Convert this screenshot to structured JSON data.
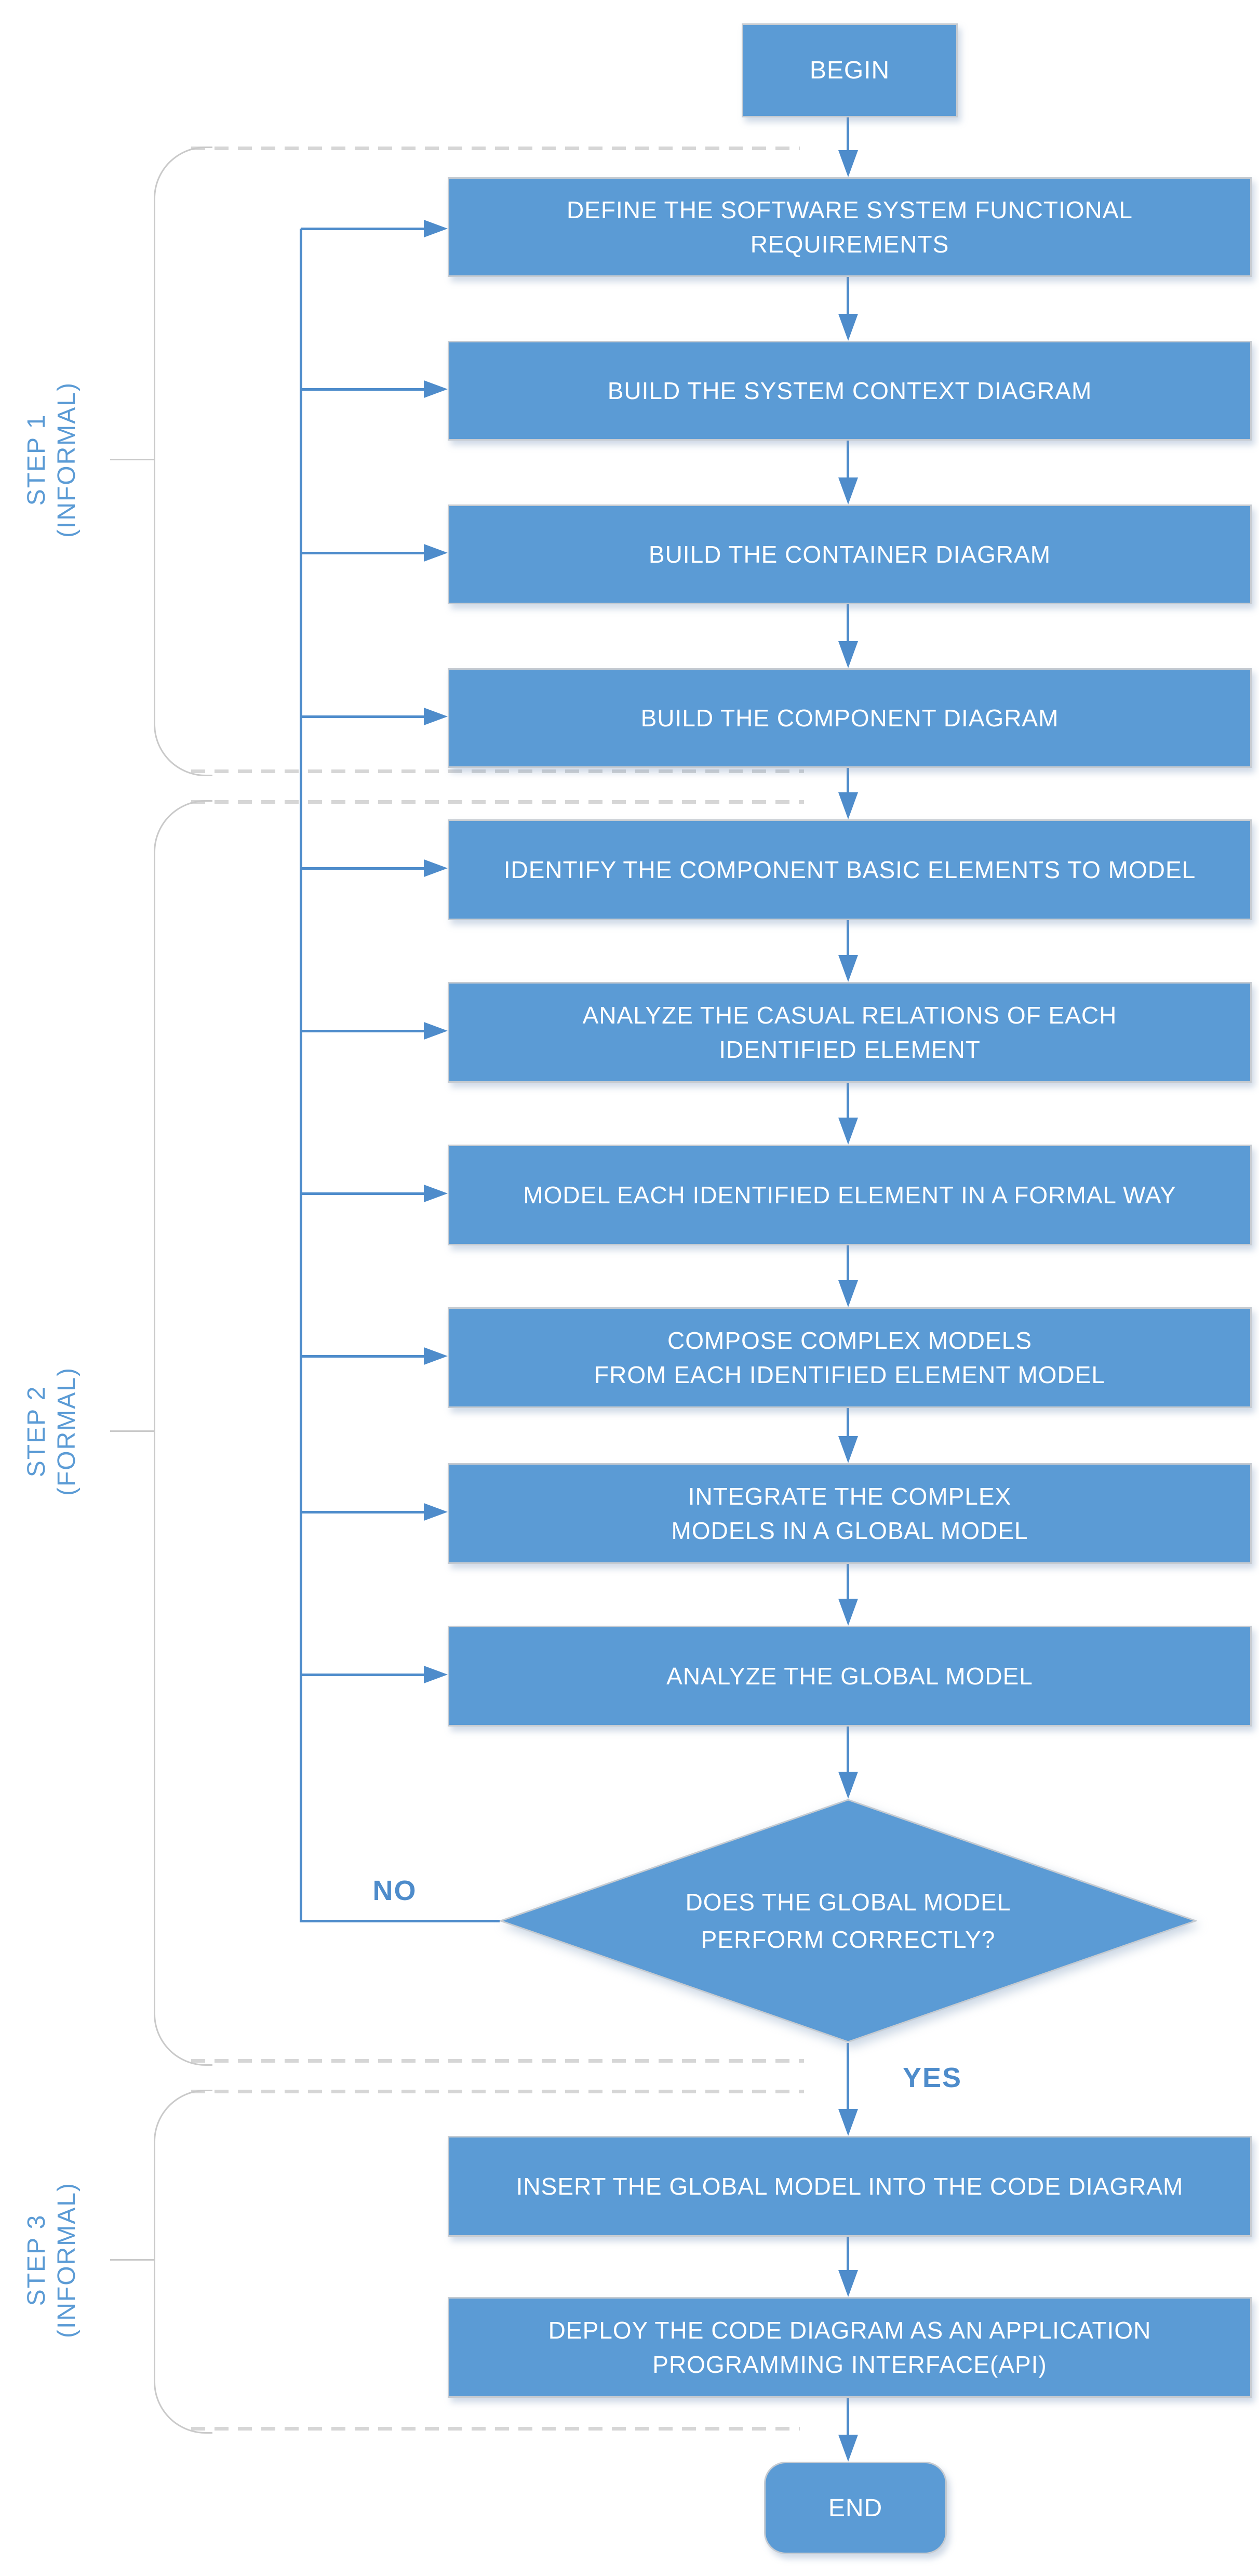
{
  "diagram": {
    "terminators": {
      "begin": "BEGIN",
      "end": "END"
    },
    "steps": [
      {
        "label_line1": "STEP 1",
        "label_line2": "(INFORMAL)"
      },
      {
        "label_line1": "STEP 2",
        "label_line2": "(FORMAL)"
      },
      {
        "label_line1": "STEP 3",
        "label_line2": "(INFORMAL)"
      }
    ],
    "boxes": [
      {
        "lines": [
          "DEFINE THE SOFTWARE SYSTEM FUNCTIONAL",
          "REQUIREMENTS"
        ]
      },
      {
        "lines": [
          "BUILD THE SYSTEM CONTEXT DIAGRAM"
        ]
      },
      {
        "lines": [
          "BUILD THE CONTAINER DIAGRAM"
        ]
      },
      {
        "lines": [
          "BUILD THE COMPONENT DIAGRAM"
        ]
      },
      {
        "lines": [
          "IDENTIFY THE COMPONENT BASIC ELEMENTS TO MODEL"
        ]
      },
      {
        "lines": [
          "ANALYZE THE CASUAL RELATIONS OF EACH",
          "IDENTIFIED ELEMENT"
        ]
      },
      {
        "lines": [
          "MODEL EACH IDENTIFIED ELEMENT IN A FORMAL WAY"
        ]
      },
      {
        "lines": [
          "COMPOSE COMPLEX MODELS",
          "FROM EACH IDENTIFIED ELEMENT MODEL"
        ]
      },
      {
        "lines": [
          "INTEGRATE THE COMPLEX",
          "MODELS IN A GLOBAL MODEL"
        ]
      },
      {
        "lines": [
          "ANALYZE THE GLOBAL MODEL"
        ]
      },
      {
        "lines": [
          "INSERT THE GLOBAL MODEL INTO THE CODE DIAGRAM"
        ]
      },
      {
        "lines": [
          "DEPLOY THE CODE DIAGRAM AS AN APPLICATION",
          "PROGRAMMING INTERFACE(API)"
        ]
      }
    ],
    "decision": {
      "line1": "DOES THE GLOBAL MODEL",
      "line2": "PERFORM CORRECTLY?",
      "yes_label": "YES",
      "no_label": "NO"
    }
  },
  "colors": {
    "node_fill": "#5b9bd5",
    "node_border": "#c6cbd1",
    "connector": "#4e8ccb",
    "node_text": "#ffffff",
    "step_label": "#5b9bd5",
    "frame": "#c9c9c9",
    "dash": "#d6d6d6"
  }
}
